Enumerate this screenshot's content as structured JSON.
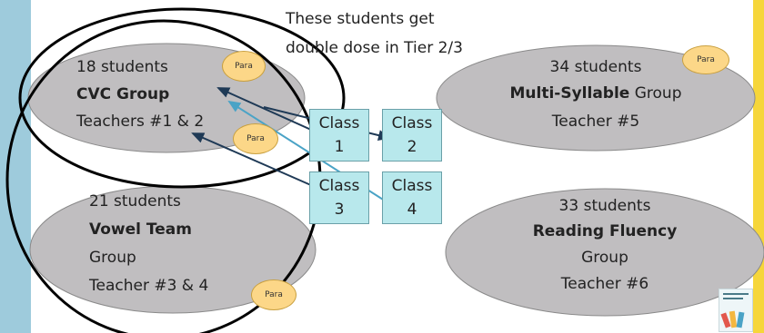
{
  "note": {
    "line1": "These students get",
    "line2": "double dose in Tier 2/3"
  },
  "groups": {
    "cvc": {
      "count": "18 students",
      "name": "CVC Group",
      "teacher": "Teachers #1 & 2"
    },
    "multi": {
      "count": "34 students",
      "name_bold": "Multi-Syllable",
      "name_rest": " Group",
      "teacher": "Teacher #5"
    },
    "vowel": {
      "count": "21 students",
      "name": "Vowel Team",
      "name2": "Group",
      "teacher": "Teacher #3 & 4"
    },
    "fluency": {
      "count": "33 students",
      "name": "Reading Fluency",
      "name2": "Group",
      "teacher": "Teacher #6"
    }
  },
  "para_label": "Para",
  "classes": [
    {
      "line1": "Class",
      "line2": "1"
    },
    {
      "line1": "Class",
      "line2": "2"
    },
    {
      "line1": "Class",
      "line2": "3"
    },
    {
      "line1": "Class",
      "line2": "4"
    }
  ],
  "colors": {
    "left_strip": "#9ecbdc",
    "right_strip": "#f6d63a",
    "group_fill": "#c0bec0",
    "class_fill": "#b8e8ec",
    "para_fill": "#fcd788",
    "arrow_dark": "#1f3a56",
    "arrow_light": "#4aa3c6"
  }
}
